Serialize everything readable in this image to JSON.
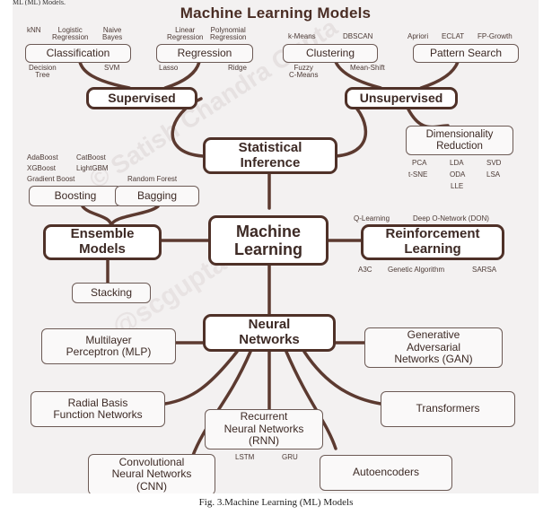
{
  "header": {
    "strip_text": "ML (ML) Models.",
    "title": "Machine Learning Models"
  },
  "watermark": {
    "line1": "© Satish Chandra Gupta",
    "line2": "@scgupta"
  },
  "nodes": {
    "machine_learning": "Machine\nLearning",
    "statistical_inference": "Statistical\nInference",
    "supervised": "Supervised",
    "unsupervised": "Unsupervised",
    "classification": "Classification",
    "regression": "Regression",
    "clustering": "Clustering",
    "pattern_search": "Pattern Search",
    "dimensionality_reduction": "Dimensionality\nReduction",
    "ensemble_models": "Ensemble\nModels",
    "boosting": "Boosting",
    "bagging": "Bagging",
    "stacking": "Stacking",
    "reinforcement_learning": "Reinforcement\nLearning",
    "neural_networks": "Neural\nNetworks",
    "mlp": "Multilayer\nPerceptron (MLP)",
    "gan": "Generative\nAdversarial\nNetworks (GAN)",
    "rbf": "Radial Basis\nFunction Networks",
    "rnn": "Recurrent\nNeural Networks\n(RNN)",
    "transformers": "Transformers",
    "cnn": "Convolutional\nNeural Networks\n(CNN)",
    "autoencoders": "Autoencoders"
  },
  "labels": {
    "knn": "kNN",
    "logistic_regression": "Logistic\nRegression",
    "naive_bayes": "Naive\nBayes",
    "decision_tree": "Decision\nTree",
    "svm": "SVM",
    "linear_regression": "Linear\nRegression",
    "polynomial_regression": "Polynomial\nRegression",
    "lasso": "Lasso",
    "ridge": "Ridge",
    "kmeans": "k-Means",
    "dbscan": "DBSCAN",
    "fuzzy_cmeans": "Fuzzy\nC-Means",
    "mean_shift": "Mean-Shift",
    "apriori": "Apriori",
    "eclat": "ECLAT",
    "fp_growth": "FP-Growth",
    "pca": "PCA",
    "lda": "LDA",
    "svd": "SVD",
    "tsne": "t-SNE",
    "oda": "ODA",
    "lsa": "LSA",
    "lle": "LLE",
    "adaboost": "AdaBoost",
    "catboost": "CatBoost",
    "xgboost": "XGBoost",
    "lightgbm": "LightGBM",
    "gradient_boost": "Gradient Boost",
    "random_forest": "Random Forest",
    "q_learning": "Q-Learning",
    "deep_q_network": "Deep O-Network (DON)",
    "a3c": "A3C",
    "genetic_algorithm": "Genetic Algorithm",
    "sarsa": "SARSA",
    "lstm": "LSTM",
    "gru": "GRU"
  },
  "caption": "Fig. 3.Machine Learning (ML) Models",
  "colors": {
    "border": "#4f3128",
    "line": "#5c3a30",
    "background": "#f3f1f1",
    "text": "#3d2a25"
  }
}
